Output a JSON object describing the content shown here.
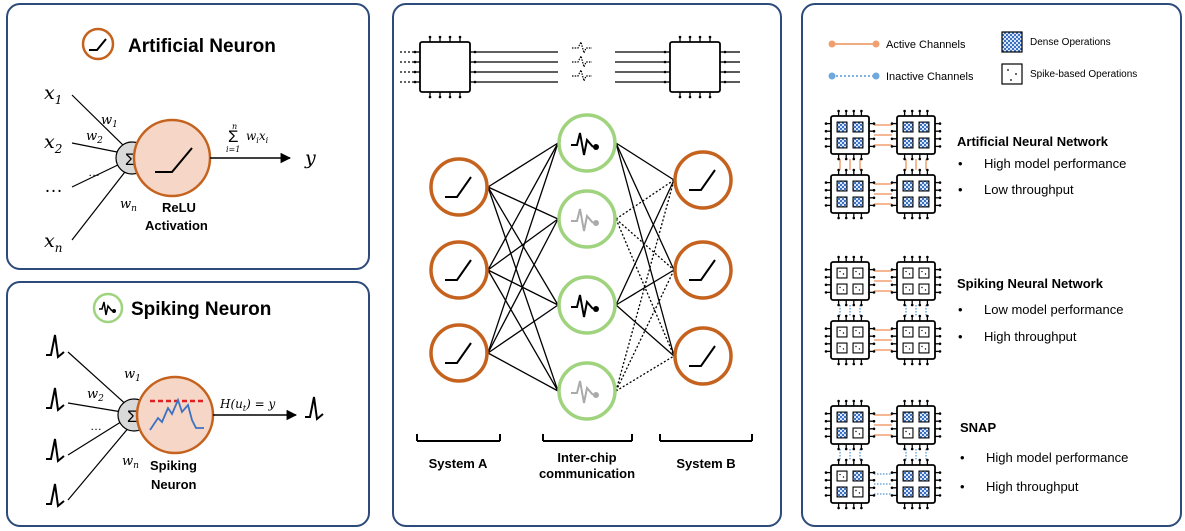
{
  "artificial": {
    "title": "Artificial Neuron",
    "inputs": [
      "x",
      "x",
      "…",
      "x"
    ],
    "input_subs": [
      "1",
      "2",
      "",
      "n"
    ],
    "weights": [
      "w",
      "w",
      "…",
      "w"
    ],
    "weight_subs": [
      "1",
      "2",
      "",
      "n"
    ],
    "sum_symbol": "Σ",
    "formula_upper": "n",
    "formula_body": "w",
    "formula_lower": "i=1",
    "output": "y",
    "activation_line1": "ReLU",
    "activation_line2": "Activation"
  },
  "spiking": {
    "title": "Spiking Neuron",
    "weights": [
      "w",
      "w",
      "…",
      "w"
    ],
    "weight_subs": [
      "1",
      "2",
      "",
      "n"
    ],
    "sum_symbol": "Σ",
    "formula": "H(u",
    "formula_tail": ") = y",
    "neuron_line1": "Spiking",
    "neuron_line2": "Neuron"
  },
  "middle": {
    "label_system_a": "System A",
    "label_comm_line1": "Inter-chip",
    "label_comm_line2": "communication",
    "label_system_b": "System B"
  },
  "legend": {
    "active": "Active Channels",
    "inactive": "Inactive Channels",
    "dense": "Dense Operations",
    "spike": "Spike-based Operations"
  },
  "rows": [
    {
      "title": "Artificial Neural Network",
      "bullets": [
        "High model performance",
        "Low throughput"
      ]
    },
    {
      "title": "Spiking Neural Network",
      "bullets": [
        "Low model performance",
        "High throughput"
      ]
    },
    {
      "title": "SNAP",
      "bullets": [
        "High model performance",
        "High throughput"
      ]
    }
  ],
  "colors": {
    "border": "#2c4a7a",
    "relu": "#c4621e",
    "relu_fill": "#f6d6c6",
    "spike": "#9fd37e",
    "active": "#f0a070",
    "inactive": "#6fa8dc",
    "dense": "#3d72c2"
  }
}
